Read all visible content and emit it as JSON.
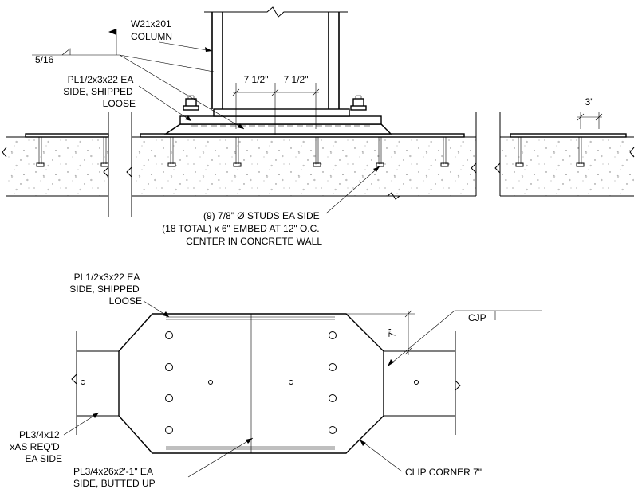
{
  "column_label": [
    "W21x201",
    "COLUMN"
  ],
  "weld_size": "5/16",
  "pl_top_label": [
    "PL1/2x3x22 EA",
    "SIDE, SHIPPED",
    "LOOSE"
  ],
  "dim_left": "7 1/2\"",
  "dim_right": "7 1/2\"",
  "dim_edge": "3\"",
  "studs_label": [
    "(9) 7/8\" Ø  STUDS EA SIDE",
    "(18 TOTAL) x 6\" EMBED AT 12\" O.C.",
    "CENTER IN CONCRETE WALL"
  ],
  "pl_plan_label": [
    "PL1/2x3x22 EA",
    "SIDE, SHIPPED",
    "LOOSE"
  ],
  "cjp_label": "CJP",
  "dim_clip": "7\"",
  "pl12_label": [
    "PL3/4x12",
    "xAS REQ'D",
    "EA SIDE"
  ],
  "pl26_label": [
    "PL3/4x26x2'-1\" EA",
    "SIDE, BUTTED UP"
  ],
  "clip_label": "CLIP CORNER 7\""
}
